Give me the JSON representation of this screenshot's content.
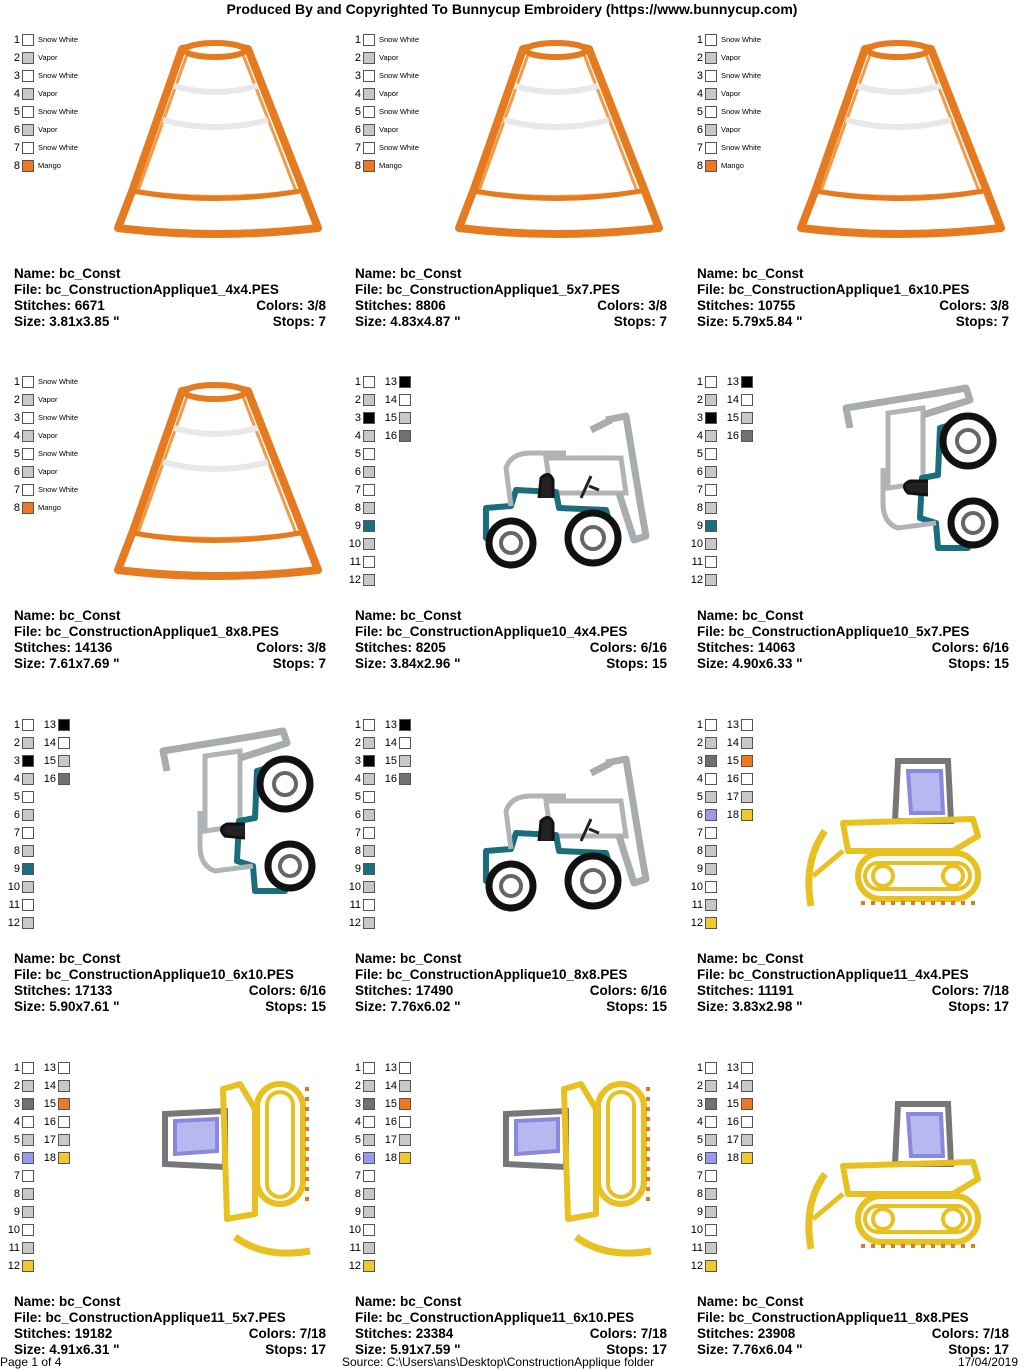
{
  "header": "Produced By and Copyrighted To Bunnycup Embroidery (https://www.bunnycup.com)",
  "footer": {
    "page": "Page 1 of 4",
    "source": "Source: C:\\Users\\ans\\Desktop\\ConstructionApplique folder",
    "date": "17/04/2019"
  },
  "labels": {
    "name": "Name: ",
    "file": "File: ",
    "stitches": "Stitches: ",
    "colors": "Colors: ",
    "size": "Size: ",
    "stops": "Stops: "
  },
  "palettes": {
    "cone": [
      {
        "n": "1",
        "color": "#ffffff",
        "name": "Snow White"
      },
      {
        "n": "2",
        "color": "#c8c8c8",
        "name": "Vapor"
      },
      {
        "n": "3",
        "color": "#ffffff",
        "name": "Snow White"
      },
      {
        "n": "4",
        "color": "#c8c8c8",
        "name": "Vapor"
      },
      {
        "n": "5",
        "color": "#ffffff",
        "name": "Snow White"
      },
      {
        "n": "6",
        "color": "#c8c8c8",
        "name": "Vapor"
      },
      {
        "n": "7",
        "color": "#ffffff",
        "name": "Snow White"
      },
      {
        "n": "8",
        "color": "#f07820",
        "name": "Mango"
      }
    ],
    "forklift": [
      {
        "n": "1",
        "color": "#ffffff"
      },
      {
        "n": "2",
        "color": "#c8c8c8"
      },
      {
        "n": "3",
        "color": "#000000"
      },
      {
        "n": "4",
        "color": "#c8c8c8"
      },
      {
        "n": "5",
        "color": "#ffffff"
      },
      {
        "n": "6",
        "color": "#c8c8c8"
      },
      {
        "n": "7",
        "color": "#ffffff"
      },
      {
        "n": "8",
        "color": "#c8c8c8"
      },
      {
        "n": "9",
        "color": "#1a7080"
      },
      {
        "n": "10",
        "color": "#c8c8c8"
      },
      {
        "n": "11",
        "color": "#ffffff"
      },
      {
        "n": "12",
        "color": "#c8c8c8"
      },
      {
        "n": "13",
        "color": "#000000"
      },
      {
        "n": "14",
        "color": "#ffffff"
      },
      {
        "n": "15",
        "color": "#c8c8c8"
      },
      {
        "n": "16",
        "color": "#707070"
      }
    ],
    "dozer": [
      {
        "n": "1",
        "color": "#ffffff"
      },
      {
        "n": "2",
        "color": "#c8c8c8"
      },
      {
        "n": "3",
        "color": "#707070"
      },
      {
        "n": "4",
        "color": "#ffffff"
      },
      {
        "n": "5",
        "color": "#c8c8c8"
      },
      {
        "n": "6",
        "color": "#9999ee"
      },
      {
        "n": "7",
        "color": "#ffffff"
      },
      {
        "n": "8",
        "color": "#c8c8c8"
      },
      {
        "n": "9",
        "color": "#c8c8c8"
      },
      {
        "n": "10",
        "color": "#ffffff"
      },
      {
        "n": "11",
        "color": "#c8c8c8"
      },
      {
        "n": "12",
        "color": "#f0c830"
      },
      {
        "n": "13",
        "color": "#ffffff"
      },
      {
        "n": "14",
        "color": "#c8c8c8"
      },
      {
        "n": "15",
        "color": "#f07820"
      },
      {
        "n": "16",
        "color": "#ffffff"
      },
      {
        "n": "17",
        "color": "#c8c8c8"
      },
      {
        "n": "18",
        "color": "#f0c830"
      }
    ]
  },
  "designs": [
    {
      "art": "cone",
      "palette": "cone",
      "name": "bc_Const",
      "file": "bc_ConstructionApplique1_4x4.PES",
      "stitches": "6671",
      "colors": "3/8",
      "size": "3.81x3.85 \"",
      "stops": "7"
    },
    {
      "art": "cone",
      "palette": "cone",
      "name": "bc_Const",
      "file": "bc_ConstructionApplique1_5x7.PES",
      "stitches": "8806",
      "colors": "3/8",
      "size": "4.83x4.87 \"",
      "stops": "7"
    },
    {
      "art": "cone",
      "palette": "cone",
      "name": "bc_Const",
      "file": "bc_ConstructionApplique1_6x10.PES",
      "stitches": "10755",
      "colors": "3/8",
      "size": "5.79x5.84 \"",
      "stops": "7"
    },
    {
      "art": "cone",
      "palette": "cone",
      "name": "bc_Const",
      "file": "bc_ConstructionApplique1_8x8.PES",
      "stitches": "14136",
      "colors": "3/8",
      "size": "7.61x7.69 \"",
      "stops": "7"
    },
    {
      "art": "forklift",
      "palette": "forklift",
      "name": "bc_Const",
      "file": "bc_ConstructionApplique10_4x4.PES",
      "stitches": "8205",
      "colors": "6/16",
      "size": "3.84x2.96 \"",
      "stops": "15"
    },
    {
      "art": "forklift-rot",
      "palette": "forklift",
      "name": "bc_Const",
      "file": "bc_ConstructionApplique10_5x7.PES",
      "stitches": "14063",
      "colors": "6/16",
      "size": "4.90x6.33 \"",
      "stops": "15"
    },
    {
      "art": "forklift-rot",
      "palette": "forklift",
      "name": "bc_Const",
      "file": "bc_ConstructionApplique10_6x10.PES",
      "stitches": "17133",
      "colors": "6/16",
      "size": "5.90x7.61 \"",
      "stops": "15"
    },
    {
      "art": "forklift",
      "palette": "forklift",
      "name": "bc_Const",
      "file": "bc_ConstructionApplique10_8x8.PES",
      "stitches": "17490",
      "colors": "6/16",
      "size": "7.76x6.02 \"",
      "stops": "15"
    },
    {
      "art": "dozer",
      "palette": "dozer",
      "name": "bc_Const",
      "file": "bc_ConstructionApplique11_4x4.PES",
      "stitches": "11191",
      "colors": "7/18",
      "size": "3.83x2.98 \"",
      "stops": "17"
    },
    {
      "art": "dozer-rot",
      "palette": "dozer",
      "name": "bc_Const",
      "file": "bc_ConstructionApplique11_5x7.PES",
      "stitches": "19182",
      "colors": "7/18",
      "size": "4.91x6.31 \"",
      "stops": "17"
    },
    {
      "art": "dozer-rot",
      "palette": "dozer",
      "name": "bc_Const",
      "file": "bc_ConstructionApplique11_6x10.PES",
      "stitches": "23384",
      "colors": "7/18",
      "size": "5.91x7.59 \"",
      "stops": "17"
    },
    {
      "art": "dozer",
      "palette": "dozer",
      "name": "bc_Const",
      "file": "bc_ConstructionApplique11_8x8.PES",
      "stitches": "23908",
      "colors": "7/18",
      "size": "7.76x6.04 \"",
      "stops": "17"
    }
  ]
}
